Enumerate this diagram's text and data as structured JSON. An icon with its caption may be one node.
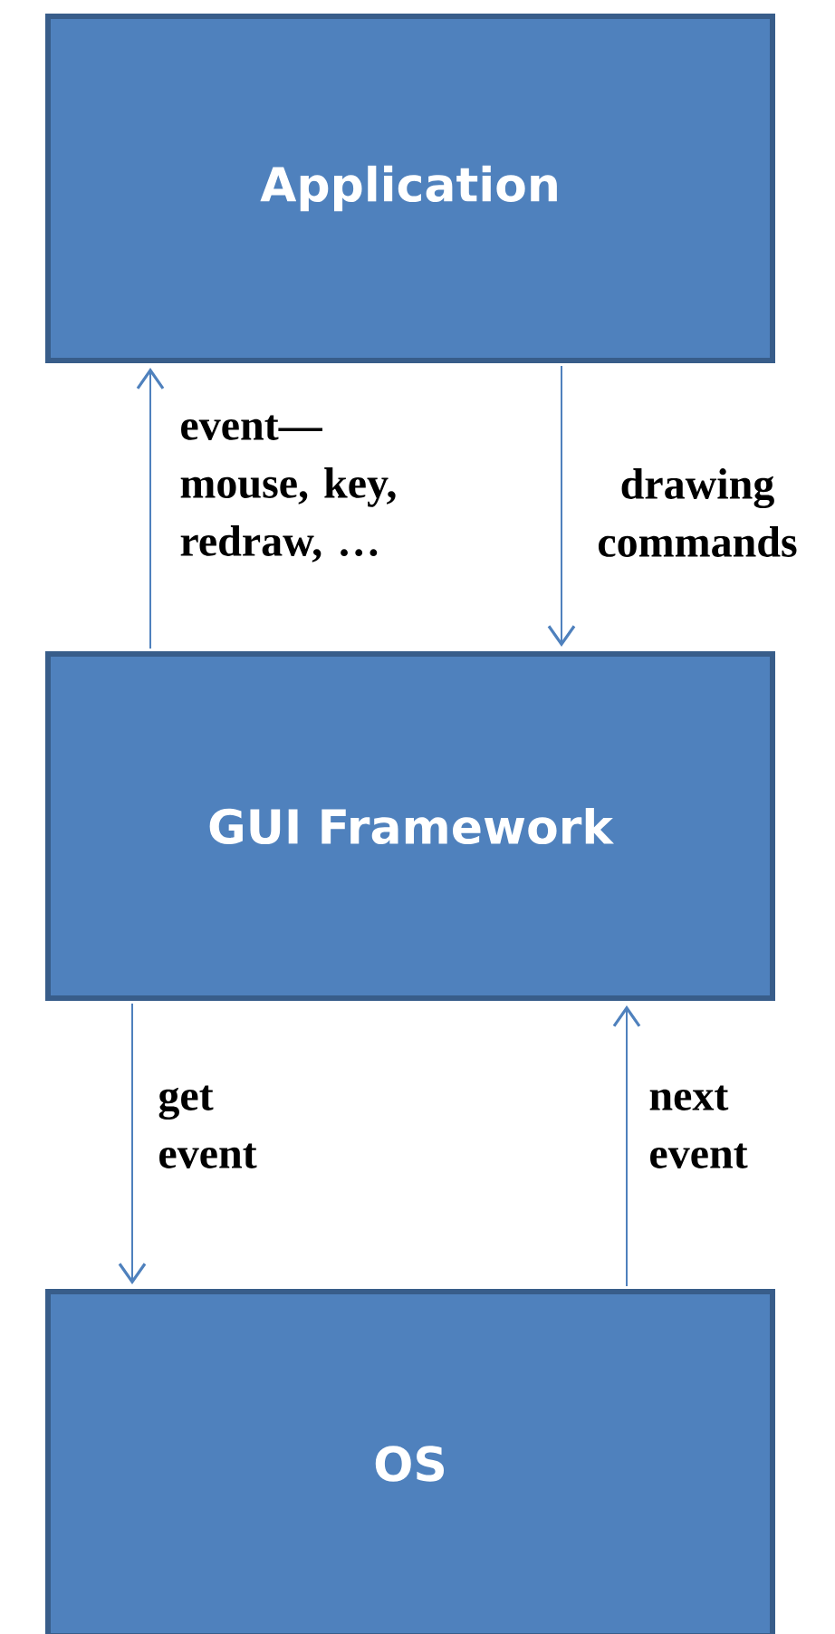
{
  "diagram": {
    "nodes": [
      {
        "text": [
          "Application"
        ]
      },
      {
        "text": [
          "GUI Framework"
        ]
      },
      {
        "text": [
          "OS"
        ]
      }
    ],
    "edges": [
      {
        "from": 1,
        "to": 0,
        "arrow": "to",
        "label": "event— mouse, key, redraw, …"
      },
      {
        "from": 0,
        "to": 1,
        "arrow": "to",
        "label": "drawing commands"
      },
      {
        "from": 1,
        "to": 2,
        "arrow": "to",
        "label": "get event"
      },
      {
        "from": 2,
        "to": 1,
        "arrow": "to",
        "label": "next event"
      }
    ]
  }
}
